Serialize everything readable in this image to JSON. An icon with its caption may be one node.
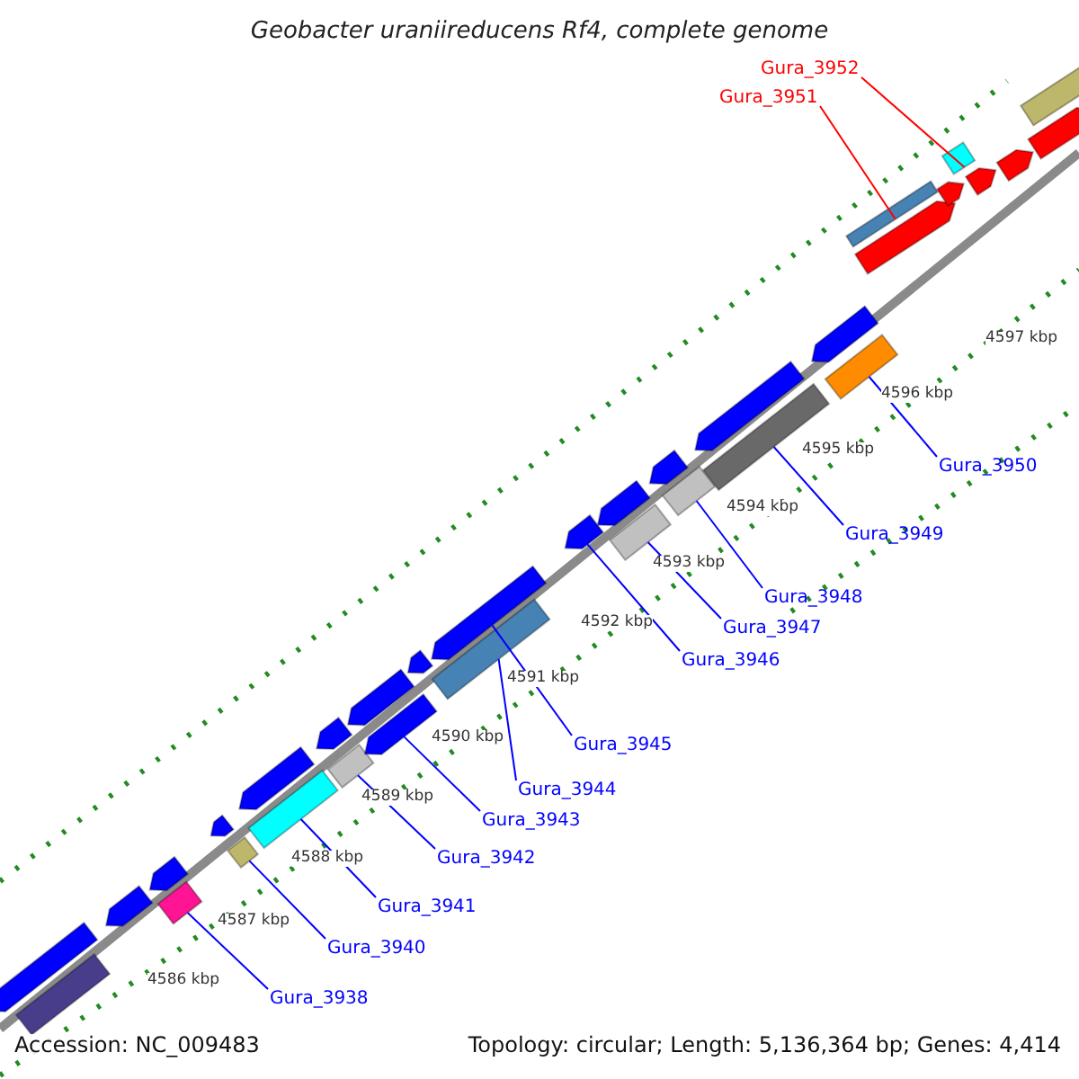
{
  "diagram": {
    "title": "Geobacter uraniireducens Rf4, complete genome",
    "nodes": [
      {
        "text": [
          "Gura_3952"
        ]
      },
      {
        "text": [
          "Gura_3951"
        ]
      },
      {
        "text": [
          "Gura_3950"
        ]
      },
      {
        "text": [
          "Gura_3949"
        ]
      },
      {
        "text": [
          "Gura_3948"
        ]
      },
      {
        "text": [
          "Gura_3947"
        ]
      },
      {
        "text": [
          "Gura_3946"
        ]
      },
      {
        "text": [
          "Gura_3945"
        ]
      },
      {
        "text": [
          "Gura_3944"
        ]
      },
      {
        "text": [
          "Gura_3943"
        ]
      },
      {
        "text": [
          "Gura_3942"
        ]
      },
      {
        "text": [
          "Gura_3941"
        ]
      },
      {
        "text": [
          "Gura_3940"
        ]
      },
      {
        "text": [
          "Gura_3938"
        ]
      },
      {
        "text": [],
        "shape": "arrow"
      },
      {
        "text": [],
        "shape": "bar"
      },
      {
        "text": [],
        "shape": "arrow"
      },
      {
        "text": [],
        "shape": "arrow"
      },
      {
        "text": [],
        "shape": "bar"
      },
      {
        "text": [],
        "shape": "arrow"
      },
      {
        "text": [],
        "shape": "bar"
      },
      {
        "text": [],
        "shape": "arrow"
      },
      {
        "text": [],
        "shape": "bar"
      },
      {
        "text": [],
        "shape": "arrow"
      },
      {
        "text": [],
        "shape": "bar"
      },
      {
        "text": [],
        "shape": "arrow"
      },
      {
        "text": [],
        "shape": "arrow"
      },
      {
        "text": [],
        "shape": "arrow"
      },
      {
        "text": [],
        "shape": "arrow"
      },
      {
        "text": [],
        "shape": "bar"
      },
      {
        "text": [],
        "shape": "arrow"
      },
      {
        "text": [],
        "shape": "arrow"
      },
      {
        "text": [],
        "shape": "bar"
      },
      {
        "text": [],
        "shape": "arrow"
      },
      {
        "text": [],
        "shape": "bar"
      },
      {
        "text": [],
        "shape": "arrow"
      },
      {
        "text": [],
        "shape": "bar"
      },
      {
        "text": [],
        "shape": "arrow"
      },
      {
        "text": [],
        "shape": "bar"
      },
      {
        "text": [],
        "shape": "bar"
      },
      {
        "text": [],
        "shape": "arrow"
      },
      {
        "text": [],
        "shape": "arrow"
      },
      {
        "text": [],
        "shape": "bar"
      },
      {
        "text": [],
        "shape": "arrow"
      },
      {
        "text": [],
        "shape": "arrow"
      },
      {
        "text": [],
        "shape": "bar"
      },
      {
        "text": [],
        "shape": "arrow"
      }
    ],
    "edges": [
      {
        "from": 0,
        "to": 42,
        "arrow": "none",
        "color": "#ff0000"
      },
      {
        "from": 1,
        "to": 39,
        "arrow": "none",
        "color": "#ff0000"
      },
      {
        "from": 2,
        "to": 38,
        "arrow": "none"
      },
      {
        "from": 3,
        "to": 36,
        "arrow": "none"
      },
      {
        "from": 4,
        "to": 34,
        "arrow": "none"
      },
      {
        "from": 5,
        "to": 32,
        "arrow": "none"
      },
      {
        "from": 6,
        "to": 30,
        "arrow": "none"
      },
      {
        "from": 7,
        "to": 28,
        "arrow": "none"
      },
      {
        "from": 8,
        "to": 29,
        "arrow": "none"
      },
      {
        "from": 9,
        "to": 26,
        "arrow": "none"
      },
      {
        "from": 10,
        "to": 24,
        "arrow": "none"
      },
      {
        "from": 11,
        "to": 22,
        "arrow": "none"
      },
      {
        "from": 12,
        "to": 20,
        "arrow": "none"
      },
      {
        "from": 13,
        "to": 18,
        "arrow": "none"
      }
    ],
    "labels": [
      "4597 kbp",
      "4596 kbp",
      "4595 kbp",
      "4594 kbp",
      "4593 kbp",
      "4592 kbp",
      "4591 kbp",
      "4590 kbp",
      "4589 kbp",
      "4588 kbp",
      "4587 kbp",
      "4586 kbp",
      "Accession: NC_009483",
      "Topology: circular; Length: 5,136,364 bp; Genes: 4,414"
    ]
  }
}
